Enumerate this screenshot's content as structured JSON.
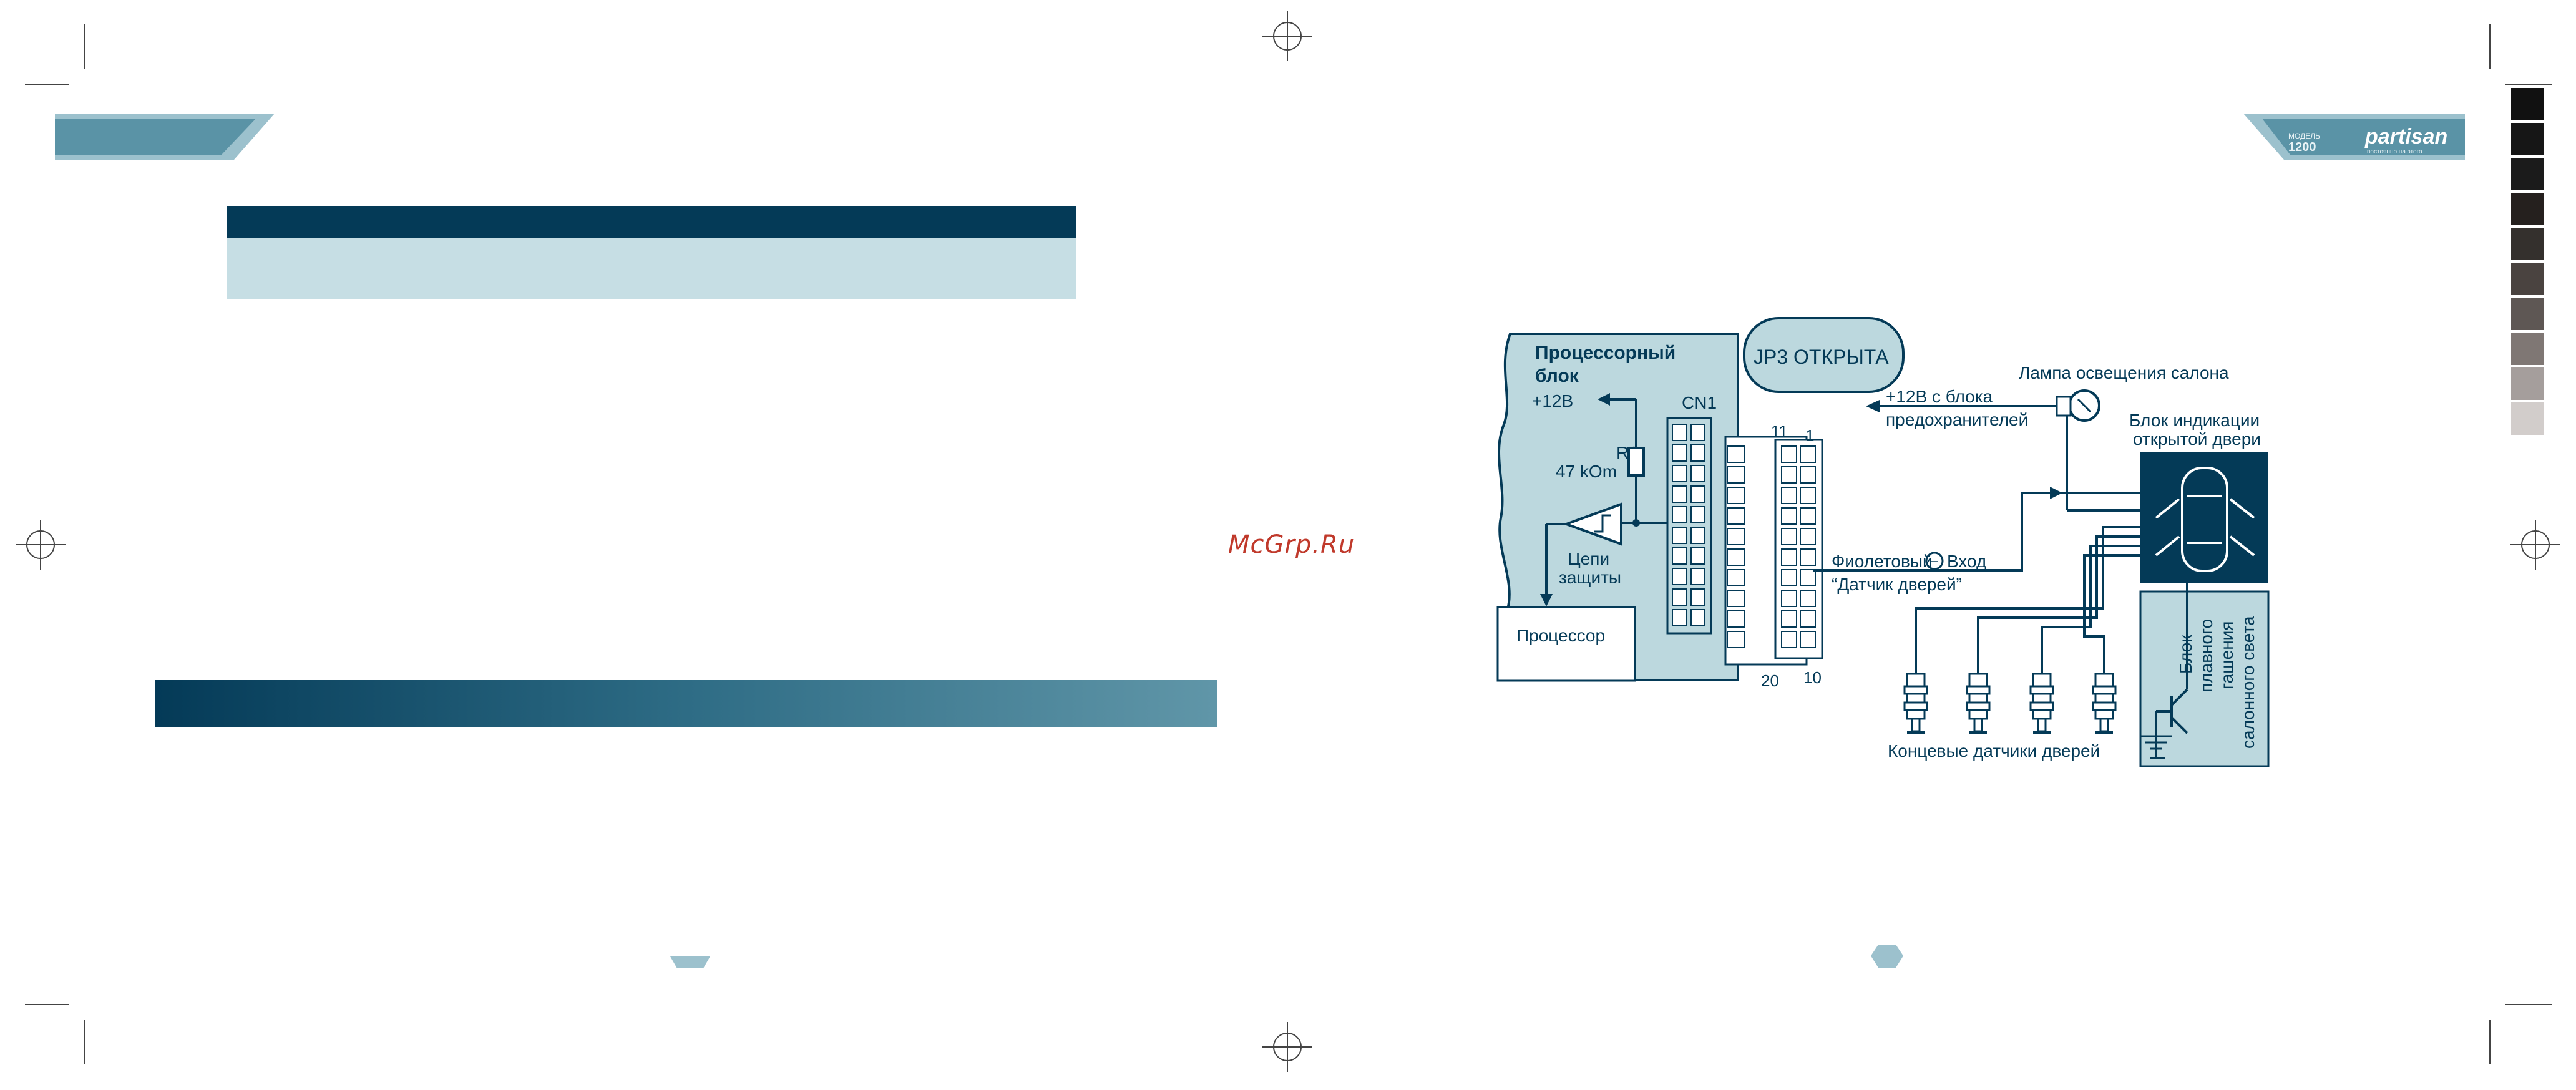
{
  "watermark": "McGrp.Ru",
  "brand": {
    "model_label": "МОДЕЛЬ",
    "model_number": "1200",
    "logo": "partisan",
    "tagline": "постоянно на этого"
  },
  "colors": {
    "dark_teal": "#043a57",
    "light_teal": "#c6dee4",
    "mid_teal": "#5a93a6",
    "diagram_fill": "#bcd8de"
  },
  "diagram": {
    "processor_block_title_1": "Процессорный",
    "processor_block_title_2": "блок",
    "plus12": "+12В",
    "cn1": "CN1",
    "r2": "R2",
    "r2_value": "47 kOm",
    "protection_1": "Цепи",
    "protection_2": "защиты",
    "processor": "Процессор",
    "pin_11": "11",
    "pin_1": "1",
    "pin_20": "20",
    "pin_10": "10",
    "jp3": "JP3 ОТКРЫТА",
    "lamp": "Лампа освещения  салона",
    "plus12_fuse_1": "+12В  с блока",
    "plus12_fuse_2": "предохранителей",
    "door_block_1": "Блок индикации",
    "door_block_2": "открытой двери",
    "violet_1": "Фиолетовый",
    "violet_minus": "−",
    "violet_2": "Вход",
    "door_sensor": "“Датчик дверей”",
    "end_sensors": "Концевые датчики дверей",
    "dimmer_1": "Блок",
    "dimmer_2": "плавного",
    "dimmer_3": "гашения",
    "dimmer_4": "салонного света"
  },
  "swatches": [
    "#111111",
    "#161616",
    "#1b1b1b",
    "#25201e",
    "#34302d",
    "#4a4340",
    "#5e5754",
    "#7f7774",
    "#a59e9c",
    "#d2cdcb"
  ]
}
